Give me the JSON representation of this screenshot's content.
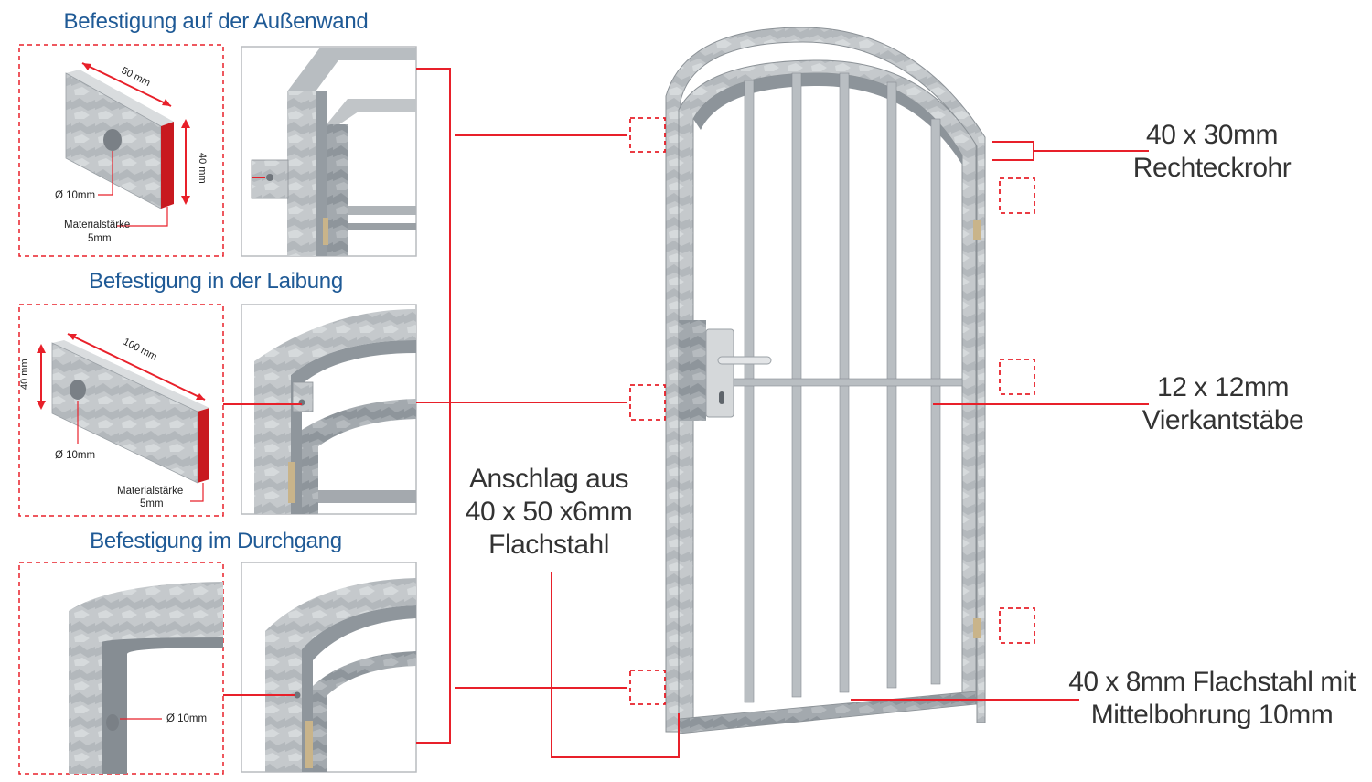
{
  "sections": [
    {
      "title": "Befestigung auf der Außenwand",
      "dim_width": "50 mm",
      "dim_height": "40 mm",
      "hole": "Ø 10mm",
      "material_label": "Materialstärke",
      "material_value": "5mm"
    },
    {
      "title": "Befestigung in der Laibung",
      "dim_width": "100 mm",
      "dim_height": "40 mm",
      "hole": "Ø 10mm",
      "material_label": "Materialstärke",
      "material_value": "5mm"
    },
    {
      "title": "Befestigung im Durchgang",
      "hole": "Ø 10mm"
    }
  ],
  "callouts": {
    "frame_tube": {
      "line1": "40 x 30mm",
      "line2": "Rechteckrohr"
    },
    "bars": {
      "line1": "12 x 12mm",
      "line2": "Vierkantstäbe"
    },
    "stop": {
      "line1": "Anschlag aus",
      "line2": "40 x 50 x6mm",
      "line3": "Flachstahl"
    },
    "flat_bar": {
      "line1": "40 x 8mm Flachstahl mit",
      "line2": "Mittelbohrung 10mm"
    }
  },
  "colors": {
    "accent_red": "#e8202a",
    "title_blue": "#1f5a96",
    "steel_light": "#cfd3d6",
    "steel_mid": "#a9aeb3",
    "steel_dark": "#7c8288"
  }
}
